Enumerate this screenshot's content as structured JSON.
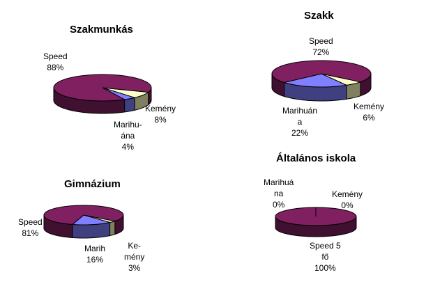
{
  "chart_data": [
    {
      "type": "pie",
      "title": "Szakmunkás",
      "slices": [
        {
          "name": "Kemény",
          "label": "Kemény",
          "value": 8,
          "pct": "8%"
        },
        {
          "name": "Marihuána",
          "label": "Marihu-\nána",
          "value": 4,
          "pct": "4%"
        },
        {
          "name": "Speed",
          "label": "Speed",
          "value": 88,
          "pct": "88%"
        }
      ]
    },
    {
      "type": "pie",
      "title": "Szakk",
      "slices": [
        {
          "name": "Kemény",
          "label": "Kemény",
          "value": 6,
          "pct": "6%"
        },
        {
          "name": "Marihuána",
          "label": "Marihuán\na",
          "value": 22,
          "pct": "22%"
        },
        {
          "name": "Speed",
          "label": "Speed",
          "value": 72,
          "pct": "72%"
        }
      ]
    },
    {
      "type": "pie",
      "title": "Gimnázium",
      "slices": [
        {
          "name": "Kemény",
          "label": "Ke-\nmény",
          "value": 3,
          "pct": "3%"
        },
        {
          "name": "Marihuána",
          "label": "Marih",
          "value": 16,
          "pct": "16%"
        },
        {
          "name": "Speed",
          "label": "Speed",
          "value": 81,
          "pct": "81%"
        }
      ]
    },
    {
      "type": "pie",
      "title": "Általános iskola",
      "slices": [
        {
          "name": "Kemény",
          "label": "Kemény",
          "value": 0,
          "pct": "0%"
        },
        {
          "name": "Marihuána",
          "label": "Marihuá\nna",
          "value": 0,
          "pct": "0%"
        },
        {
          "name": "Speed",
          "label": "Speed 5\nfő",
          "value": 100,
          "pct": "100%"
        }
      ]
    }
  ],
  "colors": {
    "Speed": {
      "top": "#802060",
      "side": "#401030"
    },
    "Marihuána": {
      "top": "#8080ff",
      "side": "#404080"
    },
    "Kemény": {
      "top": "#ffffcc",
      "side": "#808060"
    }
  }
}
